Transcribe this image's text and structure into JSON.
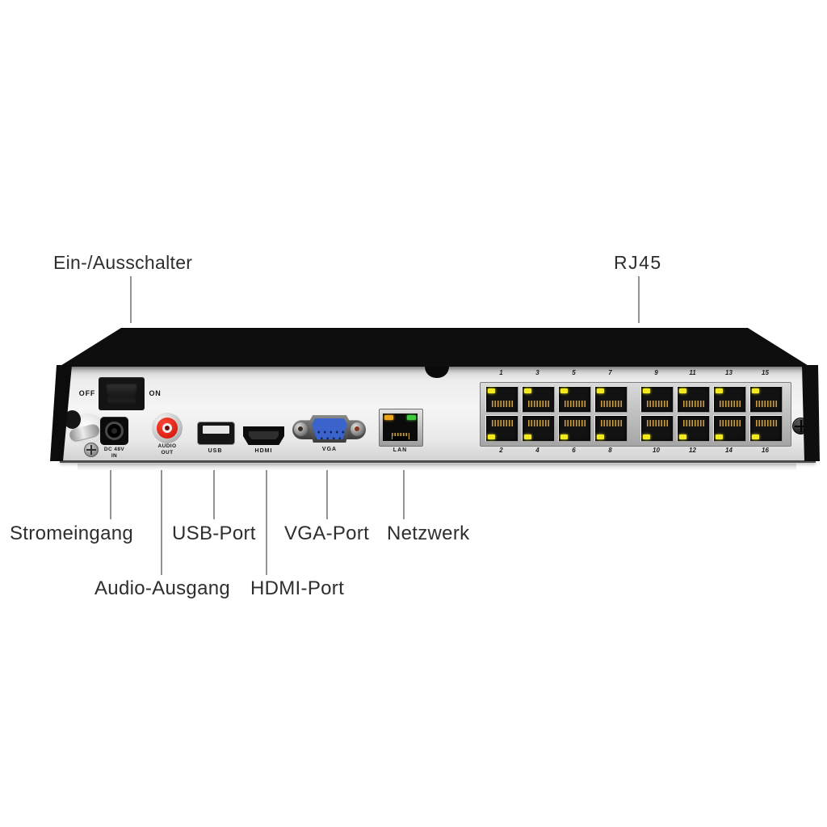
{
  "annotations": {
    "power_switch": {
      "label": "Ein-/Ausschalter"
    },
    "rj45": {
      "label": "RJ45"
    },
    "power_input": {
      "label": "Stromeingang"
    },
    "usb": {
      "label": "USB-Port"
    },
    "vga": {
      "label": "VGA-Port"
    },
    "network": {
      "label": "Netzwerk"
    },
    "audio_out": {
      "label": "Audio-Ausgang"
    },
    "hdmi": {
      "label": "HDMI-Port"
    }
  },
  "device": {
    "power_switch": {
      "off": "OFF",
      "on": "ON"
    },
    "dc_input": {
      "label_line1": "DC 48V",
      "label_line2": "IN"
    },
    "audio_out": {
      "label_line1": "AUDIO",
      "label_line2": "OUT"
    },
    "usb_port": {
      "label": "USB"
    },
    "hdmi_port": {
      "label": "HDMI"
    },
    "vga_port": {
      "label": "VGA"
    },
    "lan_port": {
      "label": "LAN"
    },
    "rj45_block": {
      "top_port_numbers": [
        "1",
        "3",
        "5",
        "7",
        "9",
        "11",
        "13",
        "15"
      ],
      "bottom_port_numbers": [
        "2",
        "4",
        "6",
        "8",
        "10",
        "12",
        "14",
        "16"
      ]
    }
  },
  "colors": {
    "chassis_black": "#0d0d0d",
    "panel_gray": "#ededed",
    "audio_red": "#dc1d12",
    "vga_blue": "#3a63cc",
    "led_yellow": "#f2ea1e",
    "lan_amber": "#e9a41d",
    "lan_green": "#41c93e",
    "annotation_text": "#2e2e2e",
    "leader_line": "#939393"
  }
}
